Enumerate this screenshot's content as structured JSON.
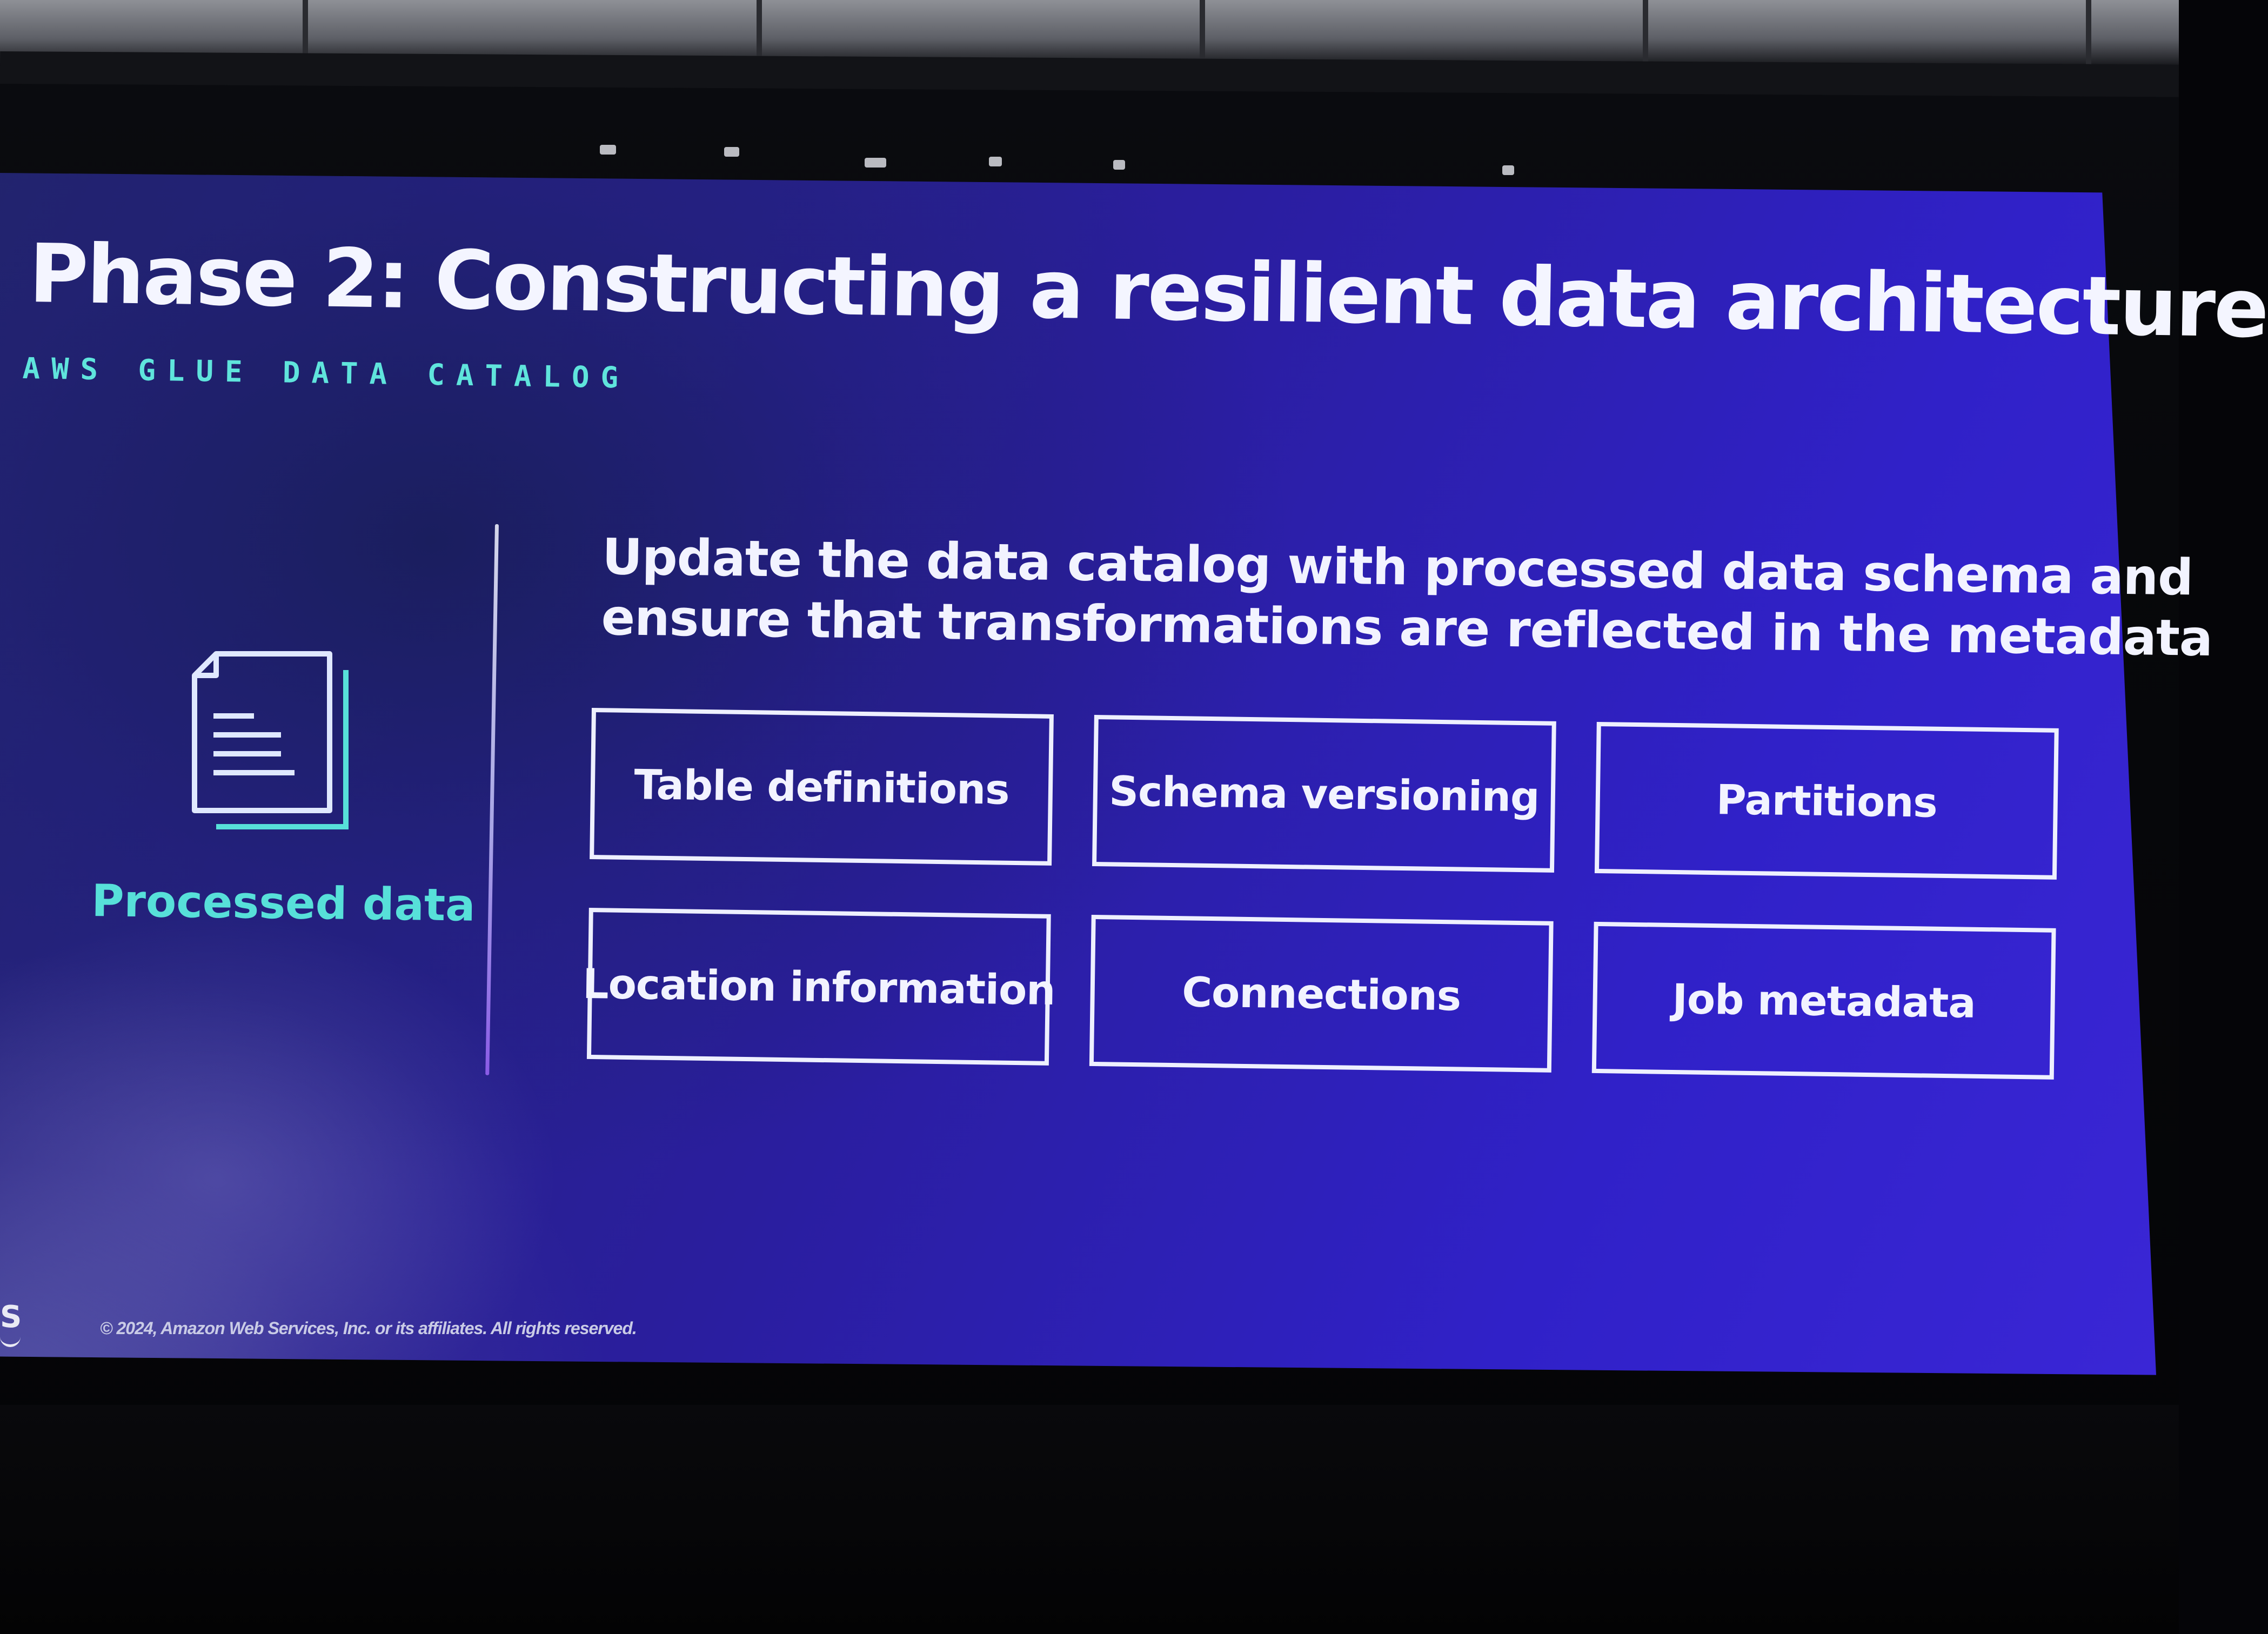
{
  "slide": {
    "title": "Phase 2: Constructing a resilient data architecture",
    "subtitle": "AWS GLUE DATA CATALOG",
    "left_panel": {
      "icon": "document-stack-icon",
      "label": "Processed data"
    },
    "lead_text": {
      "line1": "Update the data catalog with processed data schema and",
      "line2": "ensure that transformations are reflected in the metadata"
    },
    "items": [
      {
        "label": "Table definitions"
      },
      {
        "label": "Schema versioning"
      },
      {
        "label": "Partitions"
      },
      {
        "label": "Location information"
      },
      {
        "label": "Connections"
      },
      {
        "label": "Job metadata"
      }
    ],
    "footer": "© 2024, Amazon Web Services, Inc. or its affiliates. All rights reserved.",
    "logo_fragment": "S"
  },
  "colors": {
    "background_start": "#23256e",
    "background_end": "#3a26d6",
    "accent_teal": "#57e0d9",
    "text_white": "#f2f3ff"
  }
}
